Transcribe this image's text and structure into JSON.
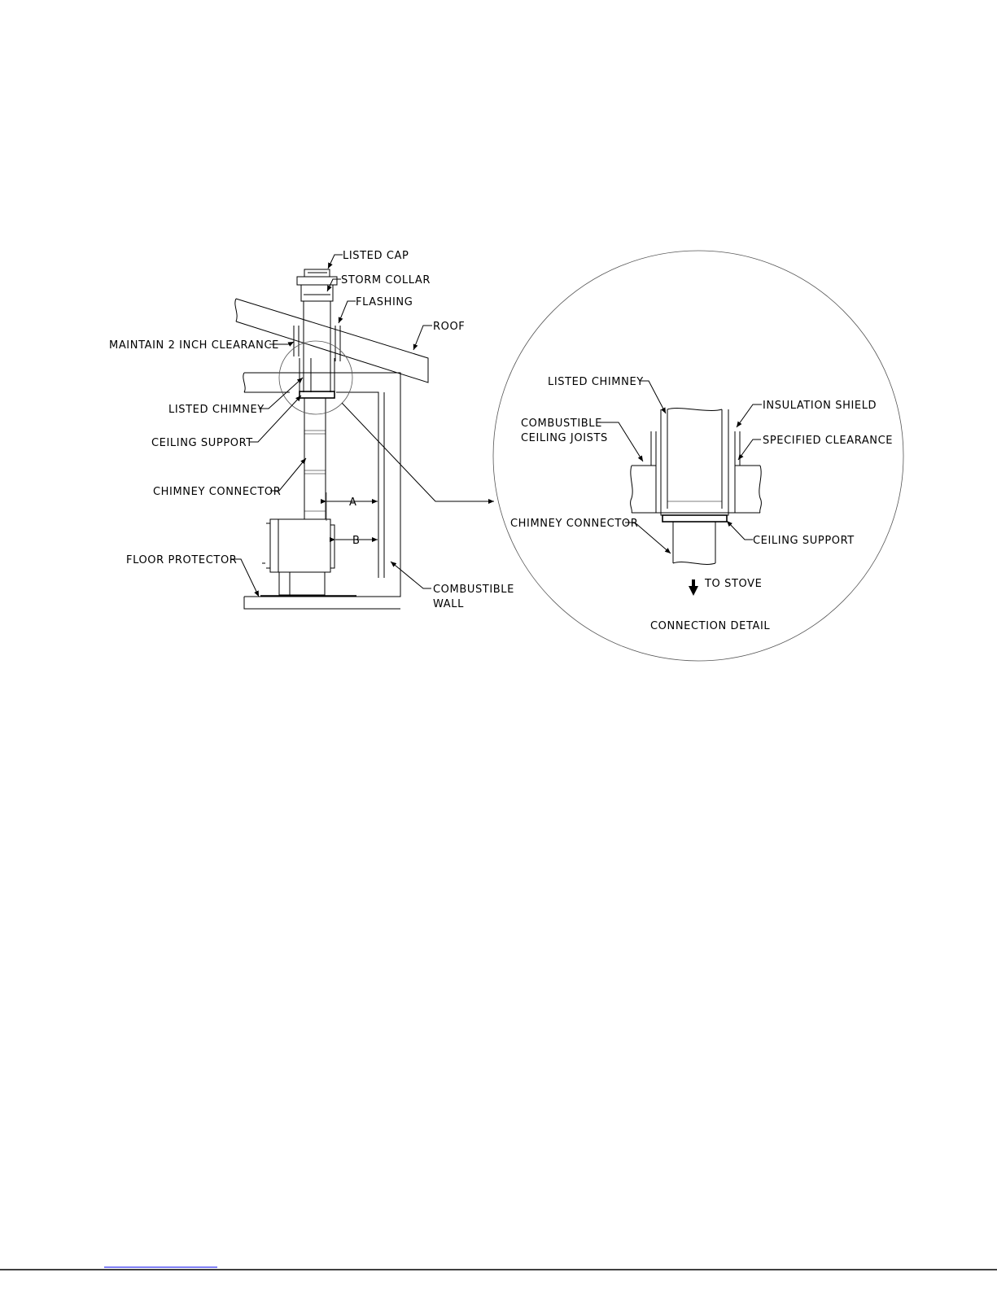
{
  "installation": {
    "listed_cap": "LISTED CAP",
    "storm_collar": "STORM COLLAR",
    "flashing": "FLASHING",
    "roof": "ROOF",
    "maintain_clearance": "MAINTAIN 2 INCH CLEARANCE",
    "listed_chimney": "LISTED CHIMNEY",
    "ceiling_support": "CEILING SUPPORT",
    "chimney_connector": "CHIMNEY CONNECTOR",
    "dim_a": "A",
    "dim_b": "B",
    "floor_protector": "FLOOR PROTECTOR",
    "combustible_wall_1": "COMBUSTIBLE",
    "combustible_wall_2": "WALL"
  },
  "detail": {
    "listed_chimney": "LISTED CHIMNEY",
    "insulation_shield": "INSULATION SHIELD",
    "combustible_joists_1": "COMBUSTIBLE",
    "combustible_joists_2": "CEILING JOISTS",
    "specified_clearance": "SPECIFIED CLEARANCE",
    "chimney_connector": "CHIMNEY CONNECTOR",
    "ceiling_support": "CEILING SUPPORT",
    "to_stove": "TO STOVE",
    "title": "CONNECTION DETAIL"
  },
  "colors": {
    "line": "#000000",
    "footer_link": "#0000ee"
  }
}
